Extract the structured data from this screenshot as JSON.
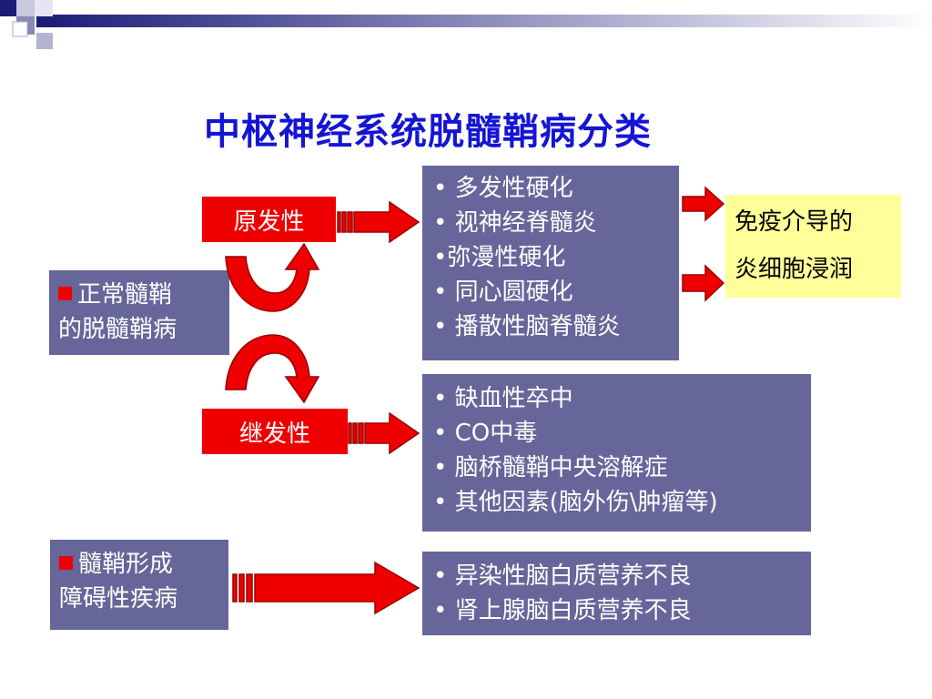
{
  "title": "中枢神经系统脱髓鞘病分类",
  "primary": {
    "label": "原发性"
  },
  "secondary": {
    "label": "继发性"
  },
  "left_normal": {
    "line1": "正常髓鞘",
    "line2": "的脱髓鞘病"
  },
  "left_dysmyelin": {
    "line1": "髓鞘形成",
    "line2": "障碍性疾病"
  },
  "box_primary": [
    "• 多发性硬化",
    "• 视神经脊髓炎",
    "•弥漫性硬化",
    "• 同心圆硬化",
    "• 播散性脑脊髓炎"
  ],
  "box_secondary": [
    "• 缺血性卒中",
    "• CO中毒",
    "• 脑桥髓鞘中央溶解症",
    "• 其他因素(脑外伤\\肿瘤等)"
  ],
  "box_dysmyelin": [
    "• 异染性脑白质营养不良",
    "• 肾上腺脑白质营养不良"
  ],
  "immune_box": {
    "line1": "免疫介导的",
    "line2": "炎细胞浸润"
  },
  "colors": {
    "title": "#1515d4",
    "red": "#ee0000",
    "purple": "#66669a",
    "yellow": "#ffff99"
  }
}
